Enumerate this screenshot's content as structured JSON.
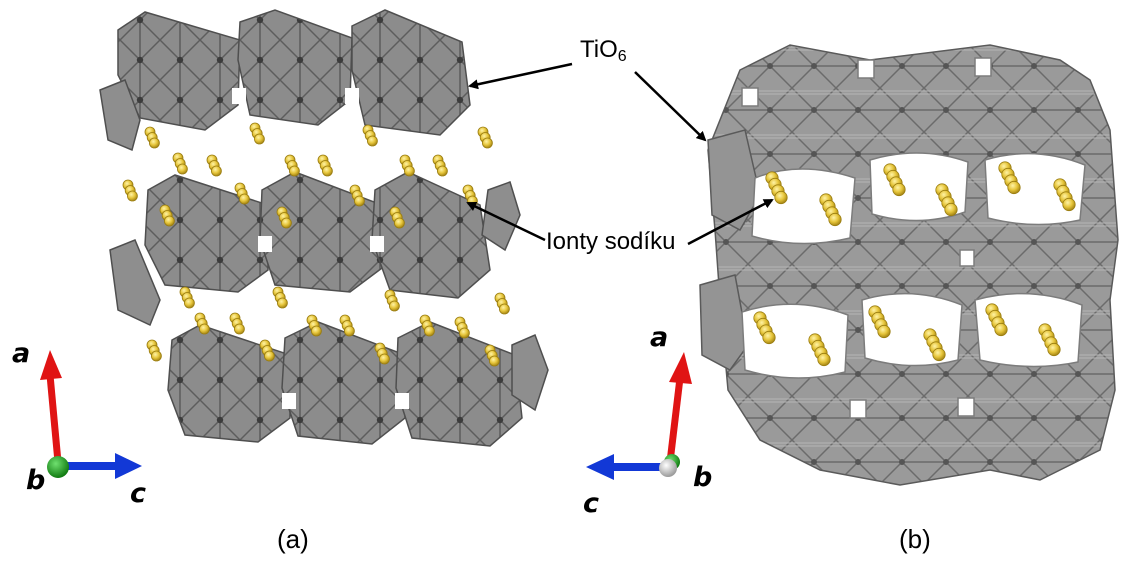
{
  "labels": {
    "tio6_base": "TiO",
    "tio6_sub": "6",
    "sodium_ions": "Ionty sodíku"
  },
  "panels": [
    {
      "caption": "(a)",
      "axes": {
        "vertical": "a",
        "center": "b",
        "horizontal": "c"
      }
    },
    {
      "caption": "(b)",
      "axes": {
        "vertical": "a",
        "center": "b",
        "horizontal": "c"
      }
    }
  ],
  "colors": {
    "octahedra": "#8a8a8a",
    "octahedra_edge": "#4f4f4f",
    "sodium": "#e2c43b",
    "axis_a": "#e01414",
    "axis_b_a": "#1f9a1f",
    "axis_b_b": "#d4d4d4",
    "axis_c": "#1238d6",
    "arrow": "#000000"
  }
}
